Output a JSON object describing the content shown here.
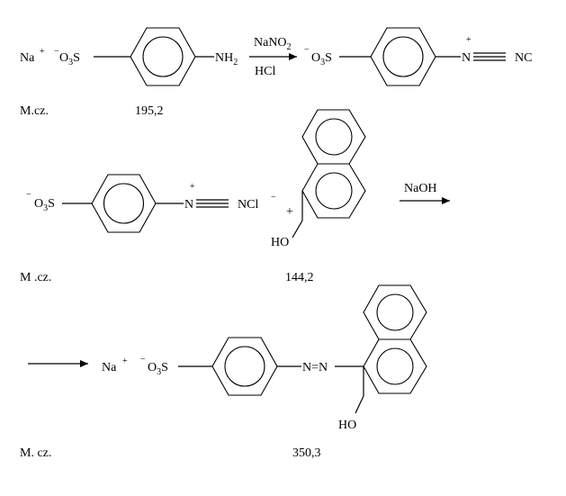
{
  "reaction_scheme": {
    "step1": {
      "reactant": {
        "cation": "Na",
        "cation_charge": "+",
        "anion_charge": "−",
        "sulfonate": "O3S",
        "amine": "NH2",
        "mass_label": "M.cz.",
        "mass_value": "195,2"
      },
      "reagents_above": "NaNO2",
      "reagents_below": "HCl",
      "product": {
        "anion_charge": "−",
        "sulfonate": "O3S",
        "diazonium_n": "N",
        "diazonium_charge": "+",
        "counter_ion": "NC"
      }
    },
    "step2": {
      "diazonium_salt": {
        "anion_charge": "−",
        "sulfonate": "O3S",
        "diazonium_n": "N",
        "diazonium_charge": "+",
        "counter_ion": "NCl",
        "counter_ion_charge": "−",
        "mass_label": "M .cz."
      },
      "plus_sign": "+",
      "naphthol": {
        "hydroxyl": "HO",
        "mass_value": "144,2"
      },
      "reagent_above": "NaOH"
    },
    "step3": {
      "product": {
        "cation": "Na",
        "cation_charge": "+",
        "anion_charge": "−",
        "sulfonate": "O3S",
        "azo": "N=N",
        "hydroxyl": "HO",
        "mass_label": "M. cz.",
        "mass_value": "350,3"
      }
    }
  }
}
